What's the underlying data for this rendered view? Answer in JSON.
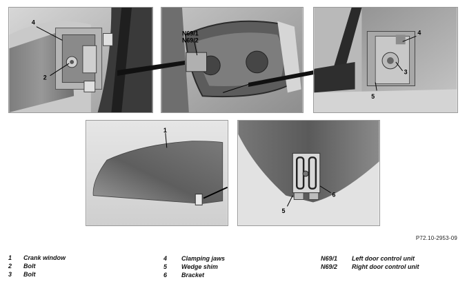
{
  "reference_code": "P72.10-2953-09",
  "panels": {
    "top_left": {
      "callouts": [
        "4",
        "2"
      ]
    },
    "top_middle": {
      "callouts": [
        "N69/1",
        "N69/2"
      ]
    },
    "top_right": {
      "callouts": [
        "4",
        "3",
        "5"
      ]
    },
    "bottom_left": {
      "callouts": [
        "1"
      ]
    },
    "bottom_right": {
      "callouts": [
        "6",
        "5"
      ]
    }
  },
  "legend": [
    {
      "num": "1",
      "label": "Crank window"
    },
    {
      "num": "2",
      "label": "Bolt"
    },
    {
      "num": "3",
      "label": "Bolt"
    },
    {
      "num": "4",
      "label": "Clamping jaws"
    },
    {
      "num": "5",
      "label": "Wedge shim"
    },
    {
      "num": "6",
      "label": "Bracket"
    },
    {
      "num": "N69/1",
      "label": "Left door control unit"
    },
    {
      "num": "N69/2",
      "label": "Right door control unit"
    }
  ]
}
